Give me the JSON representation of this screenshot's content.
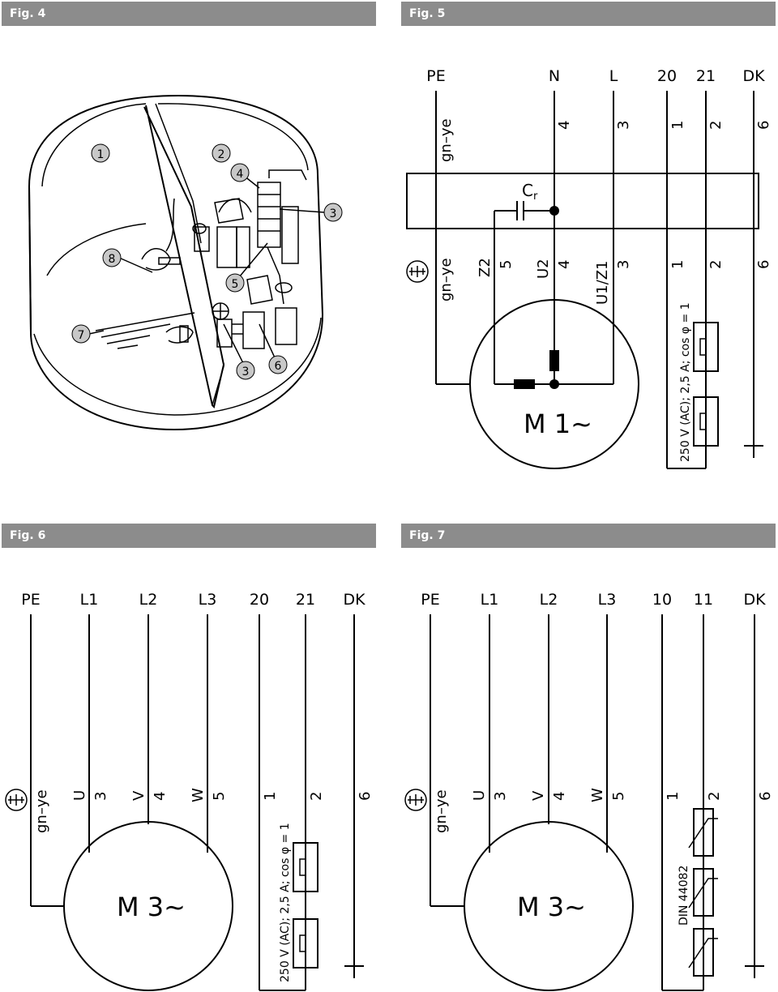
{
  "fig4": {
    "title": "Fig. 4",
    "callouts": [
      "1",
      "2",
      "4",
      "3",
      "8",
      "5",
      "7",
      "3",
      "6"
    ]
  },
  "fig5": {
    "title": "Fig. 5",
    "terminals": [
      "PE",
      "N",
      "L",
      "20",
      "21",
      "DK"
    ],
    "top_numbers": [
      "gn–ye",
      "4",
      "3",
      "1",
      "2",
      "6"
    ],
    "bottom_labels": [
      "gn–ye",
      "Z2",
      "5",
      "U2",
      "4",
      "U1/Z1",
      "3",
      "1",
      "2",
      "6"
    ],
    "capacitor_label": "C",
    "capacitor_sub": "r",
    "motor_label": "M 1~",
    "rating": "250 V (AC); 2,5 A; cos φ = 1"
  },
  "fig6": {
    "title": "Fig. 6",
    "terminals": [
      "PE",
      "L1",
      "L2",
      "L3",
      "20",
      "21",
      "DK"
    ],
    "wire_labels": [
      "gn–ye",
      "U",
      "3",
      "V",
      "4",
      "W",
      "5",
      "1",
      "2",
      "6"
    ],
    "motor_label": "M 3~",
    "rating": "250 V (AC); 2,5 A; cos φ = 1"
  },
  "fig7": {
    "title": "Fig. 7",
    "terminals": [
      "PE",
      "L1",
      "L2",
      "L3",
      "10",
      "11",
      "DK"
    ],
    "wire_labels": [
      "gn–ye",
      "U",
      "3",
      "V",
      "4",
      "W",
      "5",
      "1",
      "2",
      "6"
    ],
    "motor_label": "M 3~",
    "standard": "DIN 44082"
  }
}
